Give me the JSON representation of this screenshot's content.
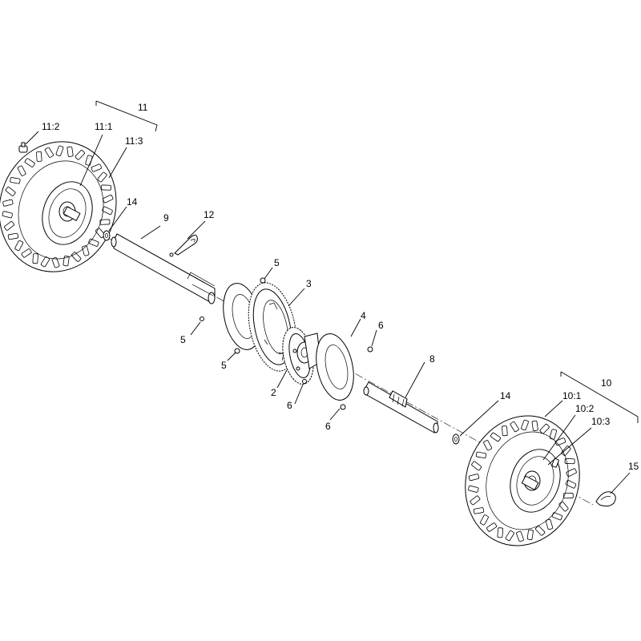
{
  "callouts": [
    {
      "id": "c11",
      "text": "11"
    },
    {
      "id": "c11-2",
      "text": "11:2"
    },
    {
      "id": "c11-1",
      "text": "11:1"
    },
    {
      "id": "c11-3",
      "text": "11:3"
    },
    {
      "id": "c14a",
      "text": "14"
    },
    {
      "id": "c9",
      "text": "9"
    },
    {
      "id": "c12",
      "text": "12"
    },
    {
      "id": "c5a",
      "text": "5"
    },
    {
      "id": "c3",
      "text": "3"
    },
    {
      "id": "c5b",
      "text": "5"
    },
    {
      "id": "c5c",
      "text": "5"
    },
    {
      "id": "c4",
      "text": "4"
    },
    {
      "id": "c6a",
      "text": "6"
    },
    {
      "id": "c8",
      "text": "8"
    },
    {
      "id": "c2",
      "text": "2"
    },
    {
      "id": "c6b",
      "text": "6"
    },
    {
      "id": "c6c",
      "text": "6"
    },
    {
      "id": "c10",
      "text": "10"
    },
    {
      "id": "c14b",
      "text": "14"
    },
    {
      "id": "c10-1",
      "text": "10:1"
    },
    {
      "id": "c10-2",
      "text": "10:2"
    },
    {
      "id": "c10-3",
      "text": "10:3"
    },
    {
      "id": "c15",
      "text": "15"
    }
  ]
}
